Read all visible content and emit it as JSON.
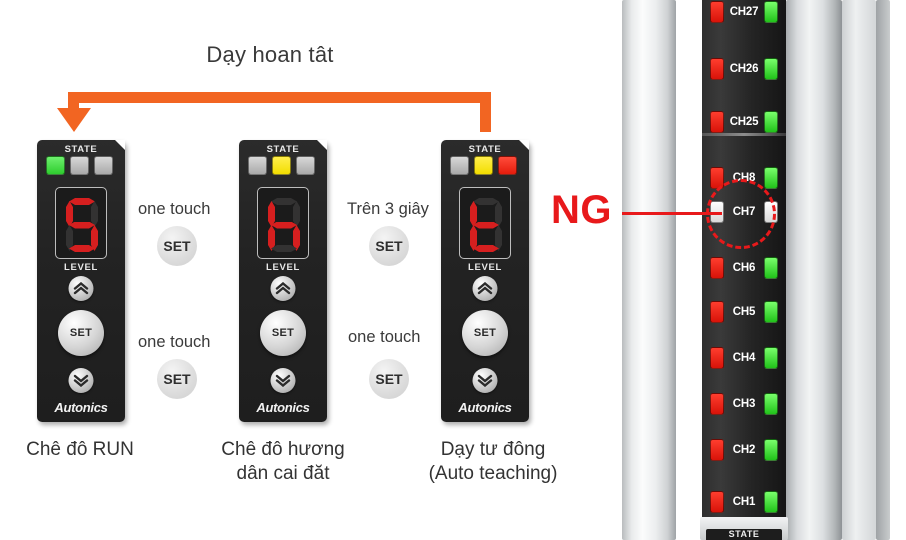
{
  "flow": {
    "label": "Dạy hoan tât",
    "arrow_color": "#f26522"
  },
  "panels": [
    {
      "id": "run-mode",
      "state_label": "STATE",
      "leds": [
        "green",
        "gray",
        "gray"
      ],
      "digit": "5",
      "segments": {
        "a": true,
        "b": false,
        "c": true,
        "d": true,
        "e": false,
        "f": true,
        "g": true
      },
      "level_label": "LEVEL",
      "set_label": "SET",
      "brand": "Autonics",
      "caption": "Chê đô RUN"
    },
    {
      "id": "guide-setting-mode",
      "state_label": "STATE",
      "leds": [
        "gray",
        "yellow",
        "gray"
      ],
      "digit": "n",
      "segments": {
        "a": false,
        "b": false,
        "c": true,
        "d": false,
        "e": true,
        "f": true,
        "g": true
      },
      "level_label": "LEVEL",
      "set_label": "SET",
      "brand": "Autonics",
      "caption": "Chê đô hương\ndân cai đăt"
    },
    {
      "id": "auto-teaching-mode",
      "state_label": "STATE",
      "leds": [
        "gray",
        "yellow",
        "red"
      ],
      "digit": "E",
      "segments": {
        "a": false,
        "b": false,
        "c": false,
        "d": true,
        "e": true,
        "f": true,
        "g": true
      },
      "level_label": "LEVEL",
      "set_label": "SET",
      "brand": "Autonics",
      "caption": "Dạy tư đông\n(Auto teaching)"
    }
  ],
  "steps": [
    {
      "id": "step-1",
      "text": "one touch",
      "button": "SET"
    },
    {
      "id": "step-2",
      "text": "one touch",
      "button": "SET"
    },
    {
      "id": "step-3",
      "text": "Trên 3 giây",
      "button": "SET"
    },
    {
      "id": "step-4",
      "text": "one touch",
      "button": "SET"
    }
  ],
  "annotation": {
    "ng_label": "NG",
    "ng_color": "#e8191b",
    "target_channel": "CH7"
  },
  "sensor_bar": {
    "foot_label": "STATE",
    "channels": [
      {
        "name": "CH27",
        "left_led": "red",
        "right_led": "green"
      },
      {
        "name": "CH26",
        "left_led": "red",
        "right_led": "green"
      },
      {
        "name": "CH25",
        "left_led": "red",
        "right_led": "green"
      },
      {
        "name": "CH8",
        "left_led": "red",
        "right_led": "green"
      },
      {
        "name": "CH7",
        "left_led": "off",
        "right_led": "off"
      },
      {
        "name": "CH6",
        "left_led": "red",
        "right_led": "green"
      },
      {
        "name": "CH5",
        "left_led": "red",
        "right_led": "green"
      },
      {
        "name": "CH4",
        "left_led": "red",
        "right_led": "green"
      },
      {
        "name": "CH3",
        "left_led": "red",
        "right_led": "green"
      },
      {
        "name": "CH2",
        "left_led": "red",
        "right_led": "green"
      },
      {
        "name": "CH1",
        "left_led": "red",
        "right_led": "green"
      }
    ]
  }
}
